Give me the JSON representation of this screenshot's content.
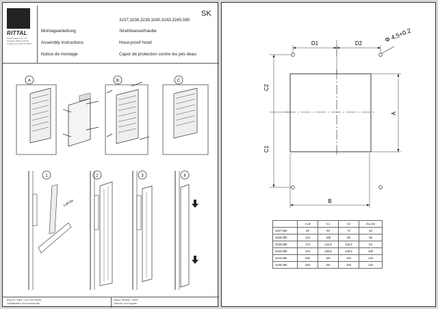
{
  "brand": {
    "logo_text": "RITTAL",
    "address": "Rittal GmbH & Co. KG Postfach 1662 D-35726 Herborn Tel. (02772) 505-0"
  },
  "header": {
    "product_code": "SK",
    "model_numbers": "3237,3238,3239,3240,3243,3245.080",
    "rows": [
      {
        "label": "Montageanleitung",
        "value": "Strahlwasserhaube"
      },
      {
        "label": "Assembly instructions",
        "value": "Hose-proof hood"
      },
      {
        "label": "Notice de montage",
        "value": "Capot de protection contre les jets deau"
      }
    ]
  },
  "steps": {
    "letters": [
      "A",
      "B",
      "C"
    ],
    "numbers": [
      "1",
      "2",
      "3",
      "4"
    ],
    "callout": "Luft Air"
  },
  "footer": {
    "left": [
      "Bmg.-Nr. / Ident. / Cat.: 000 000000",
      "Verwaltbarkeit: Not of accessories"
    ],
    "right": [
      "Datum / Revision : 00000",
      "Lieferant: not of supplier"
    ]
  },
  "drawing": {
    "dims": {
      "d1": "D1",
      "d2": "D2",
      "hole": "Φ 4.5+0.2",
      "c1": "C1",
      "c2": "C2",
      "a": "A",
      "b": "B"
    }
  },
  "table": {
    "headers": [
      "",
      "A=B",
      "C1",
      "C2",
      "D1=D2"
    ],
    "rows": [
      [
        "3237.080",
        "92",
        "93",
        "72",
        "40"
      ],
      [
        "3238.080",
        "124",
        "108",
        "88",
        "56"
      ],
      [
        "3239.080",
        "173",
        "122,5",
        "115,5",
        "84"
      ],
      [
        "3240.080",
        "224",
        "150,5",
        "146,5",
        "109"
      ],
      [
        "3243.080",
        "282",
        "181",
        "183",
        "143"
      ],
      [
        "3245.080",
        "282",
        "181",
        "183",
        "143"
      ]
    ]
  }
}
